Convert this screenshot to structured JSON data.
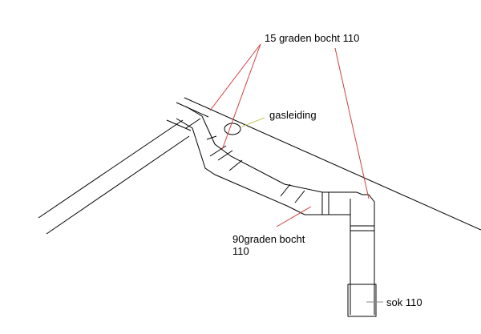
{
  "labels": {
    "bend15": "15 graden bocht 110",
    "gas": "gasleiding",
    "bend90_line1": "90graden bocht",
    "bend90_line2": "110",
    "sleeve": "sok 110"
  },
  "colors": {
    "line": "#000000",
    "leader_red": "#d04040",
    "leader_yellow": "#c8c860"
  }
}
